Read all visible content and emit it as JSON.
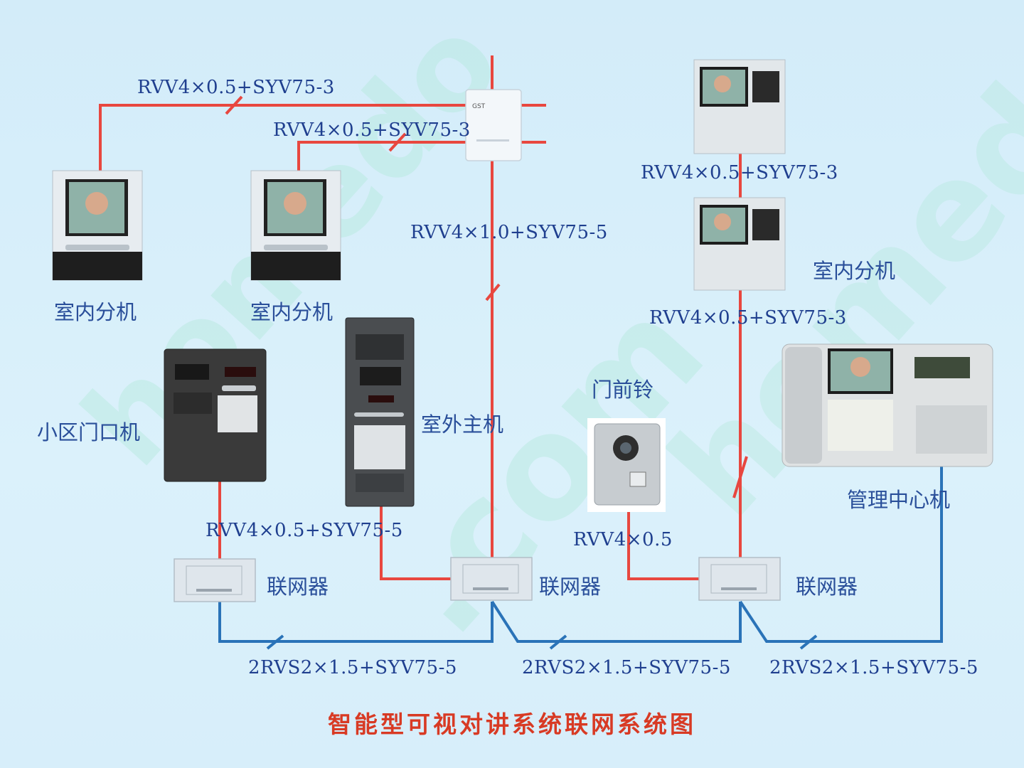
{
  "diagram": {
    "title": "智能型可视对讲系统联网系统图",
    "labels": {
      "indoor_unit_1": "室内分机",
      "indoor_unit_2": "室内分机",
      "indoor_unit_3": "室内分机",
      "community_gate": "小区门口机",
      "outdoor_main": "室外主机",
      "doorbell": "门前铃",
      "management_center": "管理中心机",
      "networker_1": "联网器",
      "networker_2": "联网器",
      "networker_3": "联网器"
    },
    "cables": {
      "c1": "RVV4×0.5+SYV75-3",
      "c2": "RVV4×0.5+SYV75-3",
      "c3": "RVV4×1.0+SYV75-5",
      "c4": "RVV4×0.5+SYV75-3",
      "c5": "RVV4×0.5+SYV75-3",
      "c6": "RVV4×0.5+SYV75-5",
      "c7": "RVV4×0.5",
      "b1": "2RVS2×1.5+SYV75-5",
      "b2": "2RVS2×1.5+SYV75-5",
      "b3": "2RVS2×1.5+SYV75-5"
    },
    "colors": {
      "riser_wire": "#e8473f",
      "bus_wire": "#2a73b8",
      "label_text": "#1f3f8f",
      "title_text": "#d83a24"
    }
  }
}
